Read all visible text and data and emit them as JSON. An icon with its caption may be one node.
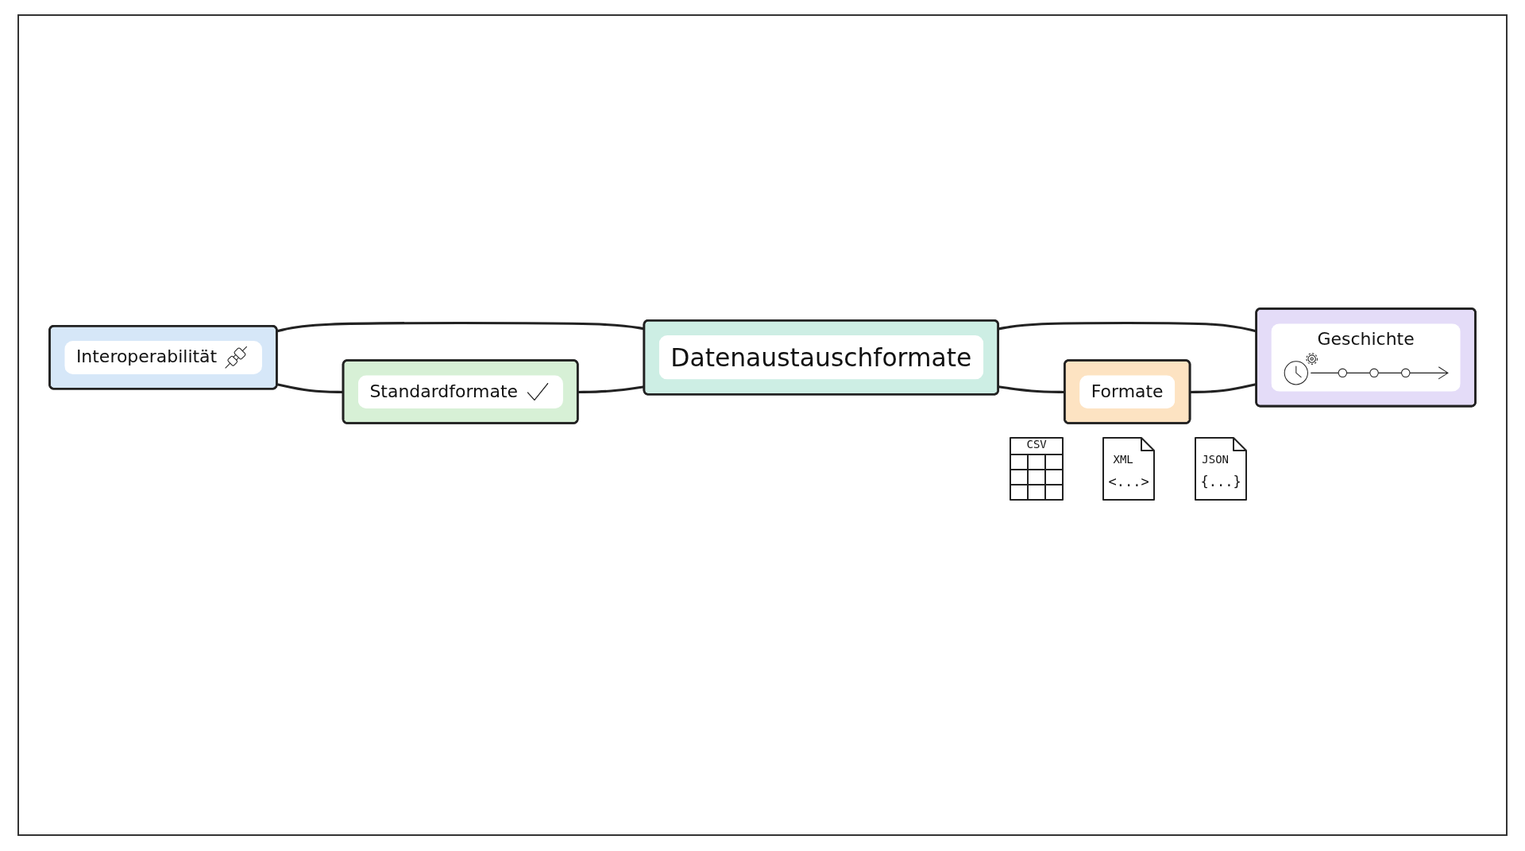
{
  "diagram": {
    "nodes": [
      {
        "text": [
          "Interoperabilität"
        ]
      },
      {
        "text": [
          "Standardformate"
        ]
      },
      {
        "text": [
          "Datenaustauschformate"
        ]
      },
      {
        "text": [
          "Formate"
        ],
        "beside": [
          "CSV",
          "XML",
          "<...>",
          "JSON",
          "{...}"
        ]
      },
      {
        "text": [
          "Geschichte"
        ]
      }
    ],
    "edges": [
      {
        "from": 0,
        "to": 1,
        "arrow": "none"
      },
      {
        "from": 0,
        "to": 2,
        "arrow": "none"
      },
      {
        "from": 1,
        "to": 2,
        "arrow": "none"
      },
      {
        "from": 2,
        "to": 3,
        "arrow": "none"
      },
      {
        "from": 2,
        "to": 4,
        "arrow": "none"
      },
      {
        "from": 3,
        "to": 4,
        "arrow": "none"
      }
    ]
  }
}
